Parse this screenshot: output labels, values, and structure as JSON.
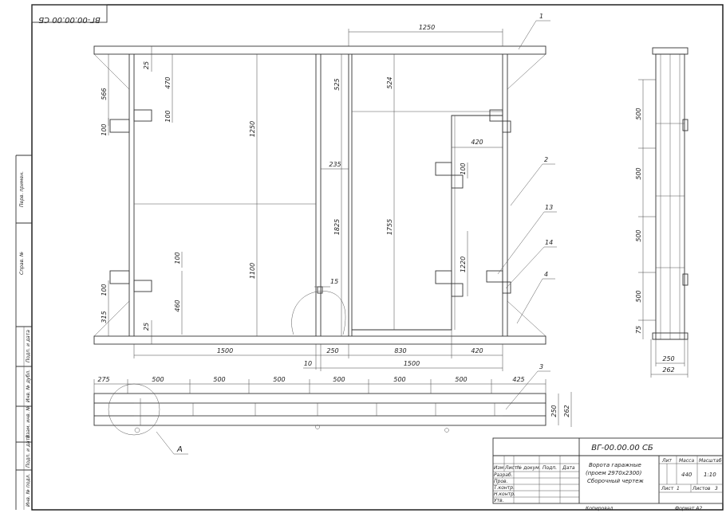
{
  "drawing": {
    "code_mirrored": "ВГ-00.00.00 СБ",
    "code": "ВГ-00.00.00 СБ",
    "title_line1": "Ворота гаражные",
    "title_line2": "(проем 2970х2300)",
    "title_line3": "Сборочный чертеж",
    "mass": "440",
    "scale": "1:10",
    "sheet_label": "Лист",
    "sheet_no": "1",
    "sheets_label": "Листов",
    "sheets_count": "3",
    "lit_label": "Лит",
    "mass_label": "Масса",
    "scale_label": "Масштаб",
    "rows": [
      "Изм",
      "Лист",
      "№ докум.",
      "Подп.",
      "Дата",
      "Разраб.",
      "Пров.",
      "Т.контр.",
      "Н.контр.",
      "Утв."
    ],
    "copied": "Копировал",
    "format": "Формат A2"
  },
  "side_stamps": [
    "Перв. примен.",
    "Справ. №",
    "Подп. и дата",
    "Инв. № дубл.",
    "Взам. инв. №",
    "Подп. и дата",
    "Инв. № подл."
  ],
  "callouts": [
    "1",
    "2",
    "13",
    "14",
    "4",
    "3",
    "A"
  ],
  "dims_front": {
    "top_width": "1250",
    "d566": "566",
    "d25a": "25",
    "d470": "470",
    "d100a": "100",
    "d100b": "100",
    "d1250v": "1250",
    "d525": "525",
    "d524": "524",
    "d235": "235",
    "d420a": "420",
    "d100c": "100",
    "d1825": "1825",
    "d1755": "1755",
    "d1100": "1100",
    "d100d": "100",
    "d1220": "1220",
    "d15": "15",
    "d460": "460",
    "d100e": "100",
    "d315": "315",
    "d25b": "25",
    "b1500": "1500",
    "b250": "250",
    "b830": "830",
    "b420": "420",
    "b10": "10",
    "b1500b": "1500"
  },
  "dims_bottom": {
    "d275": "275",
    "s1": "500",
    "s2": "500",
    "s3": "500",
    "s4": "500",
    "s5": "500",
    "s6": "500",
    "d425": "425",
    "d250": "250",
    "d262": "262"
  },
  "dims_side": {
    "v1": "500",
    "v2": "500",
    "v3": "500",
    "v4": "500",
    "v75": "75",
    "w250": "250",
    "w262": "262"
  }
}
